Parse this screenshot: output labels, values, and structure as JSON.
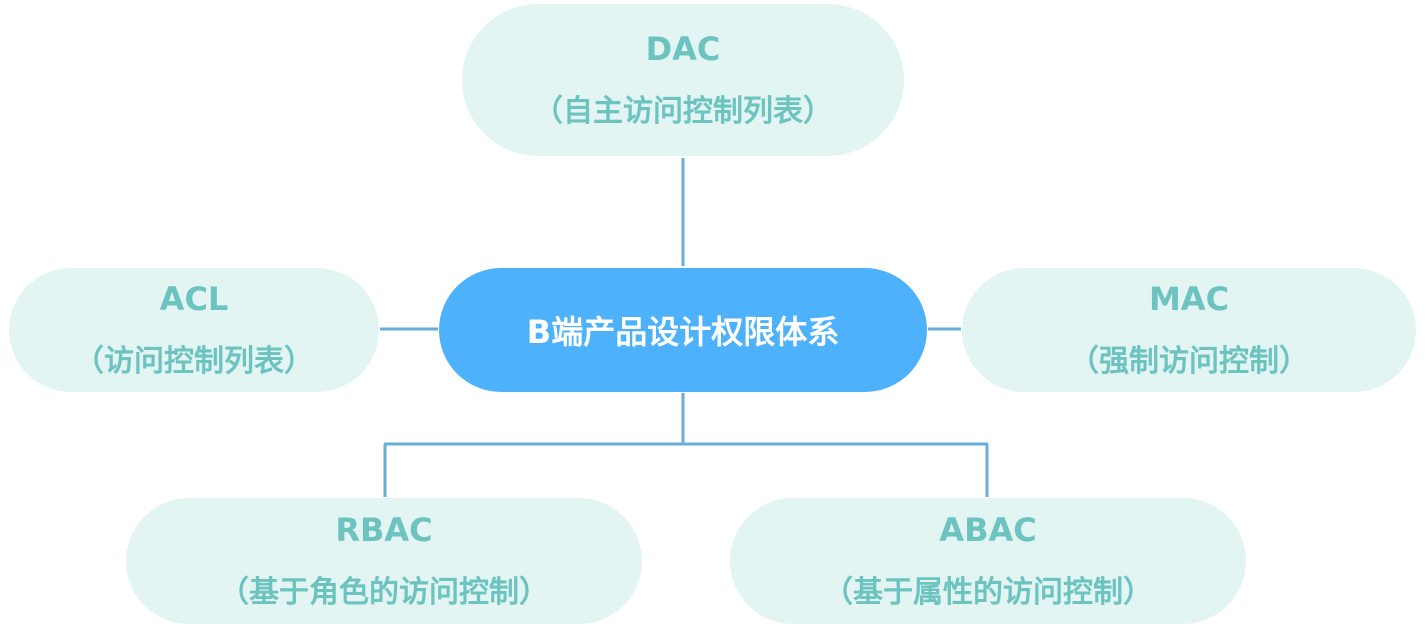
{
  "center": {
    "label": "B端产品设计权限体系"
  },
  "nodes": {
    "dac": {
      "abbr": "DAC",
      "desc": "（自主访问控制列表）"
    },
    "acl": {
      "abbr": "ACL",
      "desc": "（访问控制列表）"
    },
    "mac": {
      "abbr": "MAC",
      "desc": "（强制访问控制）"
    },
    "rbac": {
      "abbr": "RBAC",
      "desc": "（基于角色的访问控制）"
    },
    "abac": {
      "abbr": "ABAC",
      "desc": "（基于属性的访问控制）"
    }
  },
  "colors": {
    "center_fill": "#4db1fb",
    "center_text": "#ffffff",
    "node_fill": "#e2f5f3",
    "node_text": "#6cc3c0",
    "connector": "#6aaed8"
  }
}
